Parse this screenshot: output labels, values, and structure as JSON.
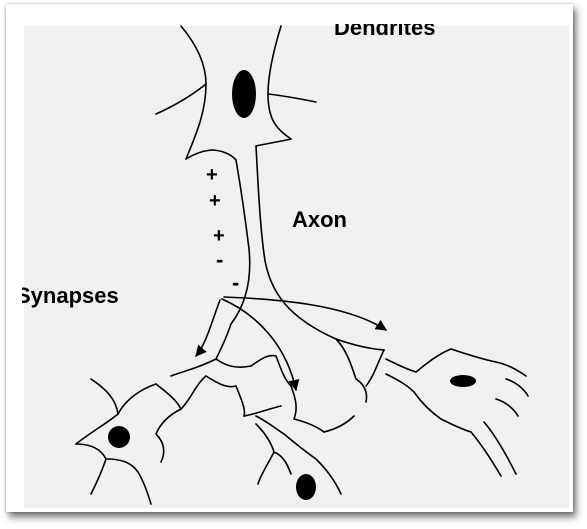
{
  "labels": {
    "dendrites": "Dendrites",
    "axon": "Axon",
    "synapses": "Synapses"
  },
  "charges": [
    "+",
    "+",
    "+",
    "-",
    "-"
  ],
  "colors": {
    "panel": "#f0f0f0",
    "stroke": "#000000",
    "frame": "#ffffff"
  }
}
